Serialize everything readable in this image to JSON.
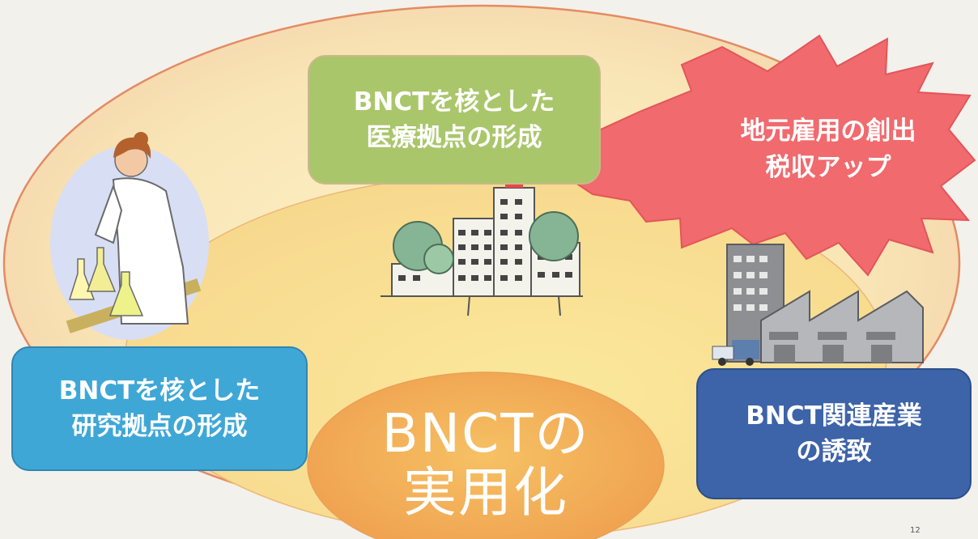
{
  "boxes": {
    "medical": {
      "line1": "BNCTを核とした",
      "line2": "医療拠点の形成",
      "color": "#aac66b"
    },
    "research": {
      "line1": "BNCTを核とした",
      "line2": "研究拠点の形成",
      "color": "#3fa7d6"
    },
    "industry": {
      "line1": "BNCT関連産業",
      "line2": "の誘致",
      "color": "#3d63a8"
    }
  },
  "burst": {
    "line1": "地元雇用の創出",
    "line2": "税収アップ",
    "color": "#f06a6e"
  },
  "center": {
    "line1": "BNCTの",
    "line2": "実用化"
  },
  "page_number": "12",
  "icons": [
    "scientist-illustration",
    "hospital-icon",
    "factory-icon"
  ]
}
